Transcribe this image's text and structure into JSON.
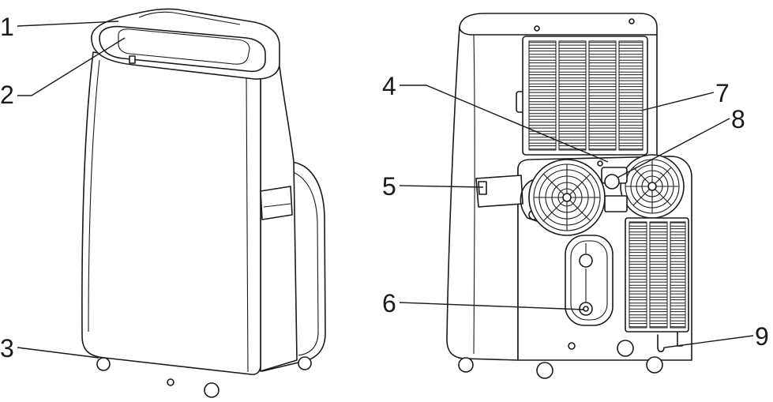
{
  "callouts": [
    "1",
    "2",
    "3",
    "4",
    "5",
    "6",
    "7",
    "8",
    "9"
  ],
  "colors": {
    "line": "#1a1a1a",
    "background": "#ffffff"
  }
}
